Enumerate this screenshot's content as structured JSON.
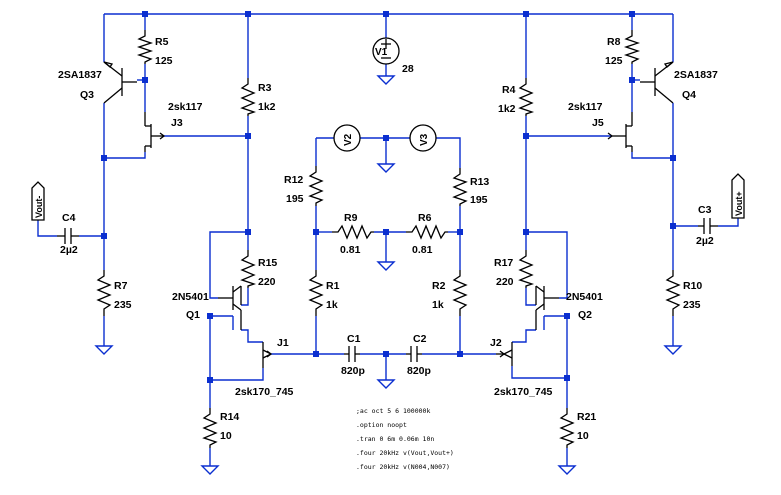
{
  "components": {
    "q3": {
      "ref": "Q3",
      "model": "2SA1837"
    },
    "q4": {
      "ref": "Q4",
      "model": "2SA1837"
    },
    "q1": {
      "ref": "Q1",
      "model": "2N5401"
    },
    "q2": {
      "ref": "Q2",
      "model": "2N5401"
    },
    "j3": {
      "ref": "J3",
      "model": "2sk117"
    },
    "j5": {
      "ref": "J5",
      "model": "2sk117"
    },
    "j1": {
      "ref": "J1",
      "model": "2sk170_745"
    },
    "j2": {
      "ref": "J2",
      "model": "2sk170_745"
    },
    "r5": {
      "ref": "R5",
      "value": "125"
    },
    "r8": {
      "ref": "R8",
      "value": "125"
    },
    "r3": {
      "ref": "R3",
      "value": "1k2"
    },
    "r4": {
      "ref": "R4",
      "value": "1k2"
    },
    "r12": {
      "ref": "R12",
      "value": "195"
    },
    "r13": {
      "ref": "R13",
      "value": "195"
    },
    "r9": {
      "ref": "R9",
      "value": "0.81"
    },
    "r6": {
      "ref": "R6",
      "value": "0.81"
    },
    "r1": {
      "ref": "R1",
      "value": "1k"
    },
    "r2": {
      "ref": "R2",
      "value": "1k"
    },
    "r15": {
      "ref": "R15",
      "value": "220"
    },
    "r17": {
      "ref": "R17",
      "value": "220"
    },
    "r7": {
      "ref": "R7",
      "value": "235"
    },
    "r10": {
      "ref": "R10",
      "value": "235"
    },
    "r14": {
      "ref": "R14",
      "value": "10"
    },
    "r21": {
      "ref": "R21",
      "value": "10"
    },
    "c4": {
      "ref": "C4",
      "value": "2µ2"
    },
    "c3": {
      "ref": "C3",
      "value": "2µ2"
    },
    "c1": {
      "ref": "C1",
      "value": "820p"
    },
    "c2": {
      "ref": "C2",
      "value": "820p"
    },
    "v1": {
      "ref": "V1",
      "value": "28"
    },
    "v2": {
      "ref": "V2"
    },
    "v3": {
      "ref": "V3"
    }
  },
  "net_labels": {
    "vout_minus": "Vout-",
    "vout_plus": "Vout+"
  },
  "directives": [
    ";ac oct 5 6 100000k",
    ".option noopt",
    ".tran 0 6m 0.06m 10n",
    ".four 20kHz v(Vout,Vout+)",
    ".four 20kHz v(N004,N007)"
  ]
}
